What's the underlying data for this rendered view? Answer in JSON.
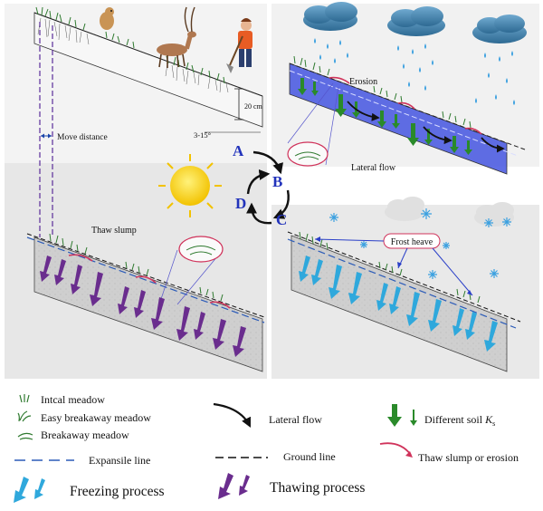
{
  "panels": {
    "top_left": {
      "depth_label": "20 cm",
      "slope_label": "3-15°",
      "move_label": "Move distance"
    },
    "top_right": {
      "erosion_label": "Erosion",
      "lateral_flow_label": "Lateral flow"
    },
    "bottom_left": {
      "thaw_slump_label": "Thaw slump"
    },
    "bottom_right": {
      "frost_heave_label": "Frost heave"
    }
  },
  "cycle": {
    "a": "A",
    "b": "B",
    "c": "C",
    "d": "D"
  },
  "legend": {
    "intact": "Intcal meadow",
    "easy": "Easy breakaway meadow",
    "breakaway": "Breakaway meadow",
    "lateral": "Lateral flow",
    "soil_ks": "Different soil ",
    "ks_main": "K",
    "ks_sub": "s",
    "expansile": "Expansile line",
    "ground": "Ground line",
    "slump": "Thaw slump or erosion",
    "freezing": "Freezing process",
    "thawing": "Thawing process"
  },
  "colors": {
    "freezing_arrow": "#2fa8dc",
    "thawing_arrow": "#6a2d8e",
    "ks_arrow": "#2a8a2a",
    "slump_arrow": "#d0335b",
    "water": "#3a55d8",
    "expansile_line": "#2b5bb8",
    "cycle_label": "#2233bb"
  }
}
